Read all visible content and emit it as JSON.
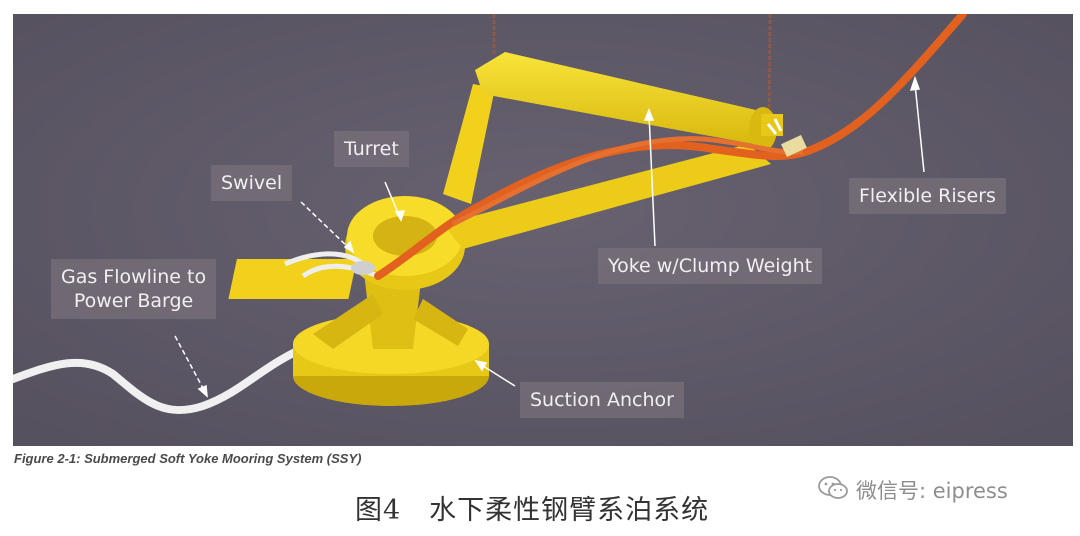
{
  "diagram": {
    "labels": {
      "turret": "Turret",
      "swivel": "Swivel",
      "gas_flowline": [
        "Gas Flowline to",
        "Power Barge"
      ],
      "yoke": "Yoke w/Clump Weight",
      "flexible_risers": "Flexible Risers",
      "suction_anchor": "Suction Anchor"
    },
    "colors": {
      "background": "#5d5866",
      "structure": "#f2d11c",
      "riser": "#e2611f",
      "flowline": "#eeeeee",
      "chain": "#8a5a4a"
    }
  },
  "caption": "Figure 2-1: Submerged Soft Yoke Mooring System (SSY)",
  "figure_title": "图4　水下柔性钢臂系泊系统",
  "watermark": {
    "icon": "wechat-icon",
    "text": "微信号: eipress"
  }
}
